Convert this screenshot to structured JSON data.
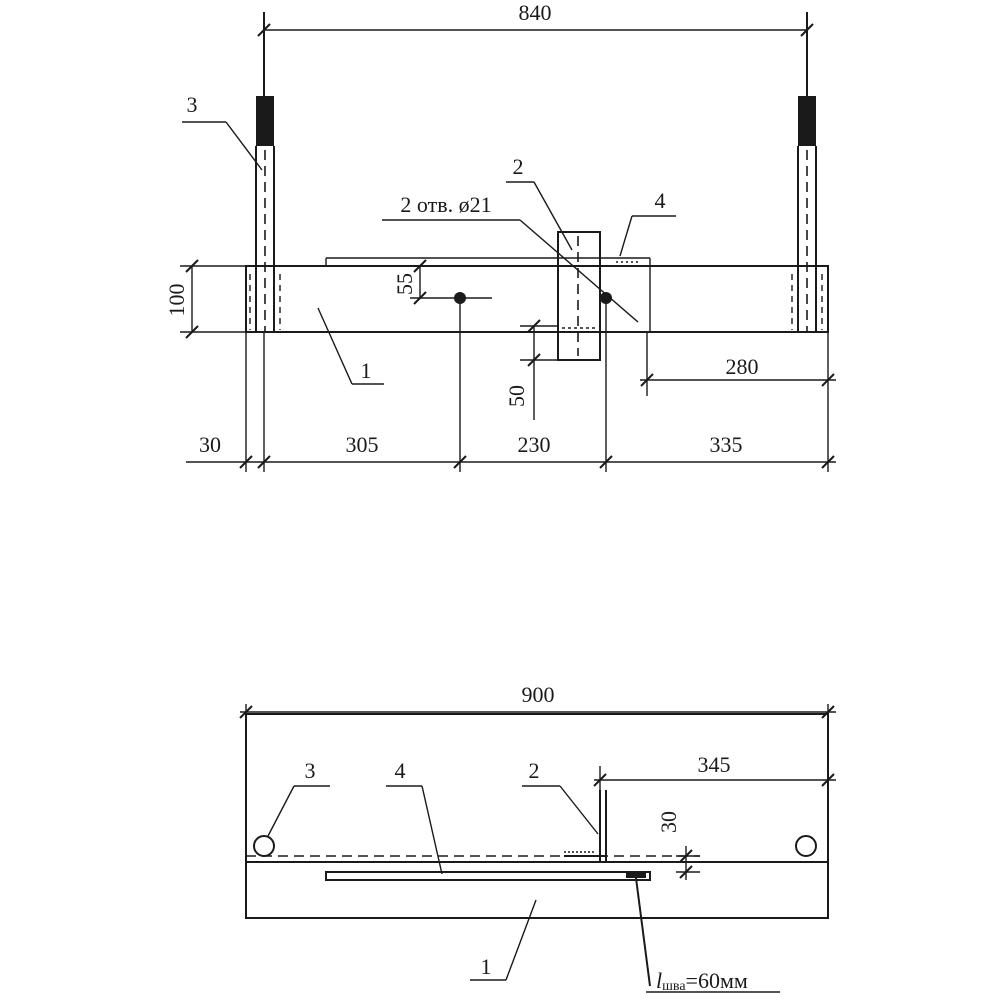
{
  "top_view": {
    "dimensions": {
      "overall_top": "840",
      "height_left": "100",
      "hole_offset": "55",
      "angle_depth": "50",
      "right_offset": "280",
      "bottom_a": "30",
      "bottom_b": "305",
      "bottom_c": "230",
      "bottom_d": "335"
    },
    "callouts": {
      "bolt": "3",
      "angle": "2",
      "holes": "2 отв.  ø21",
      "plate": "4",
      "body": "1"
    }
  },
  "side_view": {
    "dimensions": {
      "overall": "900",
      "right_offset": "345",
      "angle_height": "30"
    },
    "callouts": {
      "bolt": "3",
      "plate": "4",
      "angle": "2",
      "body": "1"
    },
    "weld_note_l": "l",
    "weld_note_sub": "шва",
    "weld_note_value": "=60мм"
  }
}
